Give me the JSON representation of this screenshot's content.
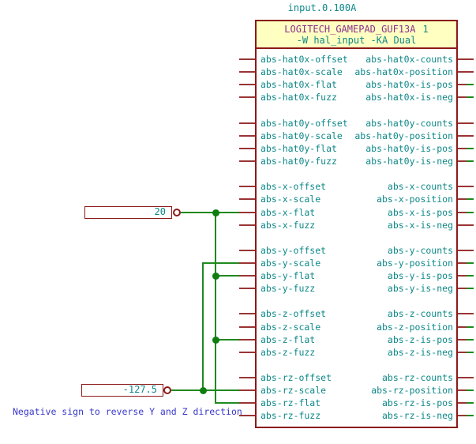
{
  "sheet_title": "input.0.100A",
  "symbol": {
    "name": "LOGITECH_GAMEPAD_GUF13A",
    "unit": "1",
    "subtitle": "-W hal_input -KA Dual"
  },
  "pin_groups": [
    {
      "axis": "hat0x",
      "left": [
        "abs-hat0x-offset",
        "abs-hat0x-scale",
        "abs-hat0x-flat",
        "abs-hat0x-fuzz"
      ],
      "right": [
        "abs-hat0x-counts",
        "abs-hat0x-position",
        "abs-hat0x-is-pos",
        "abs-hat0x-is-neg"
      ],
      "right_wire": [
        false,
        false,
        true,
        true
      ]
    },
    {
      "axis": "hat0y",
      "left": [
        "abs-hat0y-offset",
        "abs-hat0y-scale",
        "abs-hat0y-flat",
        "abs-hat0y-fuzz"
      ],
      "right": [
        "abs-hat0y-counts",
        "abs-hat0y-position",
        "abs-hat0y-is-pos",
        "abs-hat0y-is-neg"
      ],
      "right_wire": [
        false,
        false,
        true,
        true
      ]
    },
    {
      "axis": "x",
      "left": [
        "abs-x-offset",
        "abs-x-scale",
        "abs-x-flat",
        "abs-x-fuzz"
      ],
      "right": [
        "abs-x-counts",
        "abs-x-position",
        "abs-x-is-pos",
        "abs-x-is-neg"
      ],
      "right_wire": [
        false,
        true,
        true,
        false
      ]
    },
    {
      "axis": "y",
      "left": [
        "abs-y-offset",
        "abs-y-scale",
        "abs-y-flat",
        "abs-y-fuzz"
      ],
      "right": [
        "abs-y-counts",
        "abs-y-position",
        "abs-y-is-pos",
        "abs-y-is-neg"
      ],
      "right_wire": [
        false,
        true,
        true,
        true
      ]
    },
    {
      "axis": "z",
      "left": [
        "abs-z-offset",
        "abs-z-scale",
        "abs-z-flat",
        "abs-z-fuzz"
      ],
      "right": [
        "abs-z-counts",
        "abs-z-position",
        "abs-z-is-pos",
        "abs-z-is-neg"
      ],
      "right_wire": [
        false,
        true,
        true,
        true
      ]
    },
    {
      "axis": "rz",
      "left": [
        "abs-rz-offset",
        "abs-rz-scale",
        "abs-rz-flat",
        "abs-rz-fuzz"
      ],
      "right": [
        "abs-rz-counts",
        "abs-rz-position",
        "abs-rz-is-pos",
        "abs-rz-is-neg"
      ],
      "right_wire": [
        false,
        true,
        true,
        true
      ]
    }
  ],
  "net_labels": [
    {
      "value": "20",
      "connects_to": [
        "abs-x-flat",
        "abs-y-flat",
        "abs-z-flat",
        "abs-rz-flat"
      ]
    },
    {
      "value": "-127.5",
      "connects_to": [
        "abs-y-scale",
        "abs-rz-scale"
      ]
    }
  ],
  "annotation": "Negative sign to reverse Y and Z direction",
  "colors": {
    "outline": "#8b1a1a",
    "pin": "#9a3434",
    "wire": "#1f8a1f",
    "junction": "#0f7d0f",
    "text_teal": "#0e8888",
    "text_purple": "#8b2f8b",
    "text_blue": "#3939cc",
    "header_bg": "#ffffc2",
    "canvas_bg": "#ffffff"
  }
}
